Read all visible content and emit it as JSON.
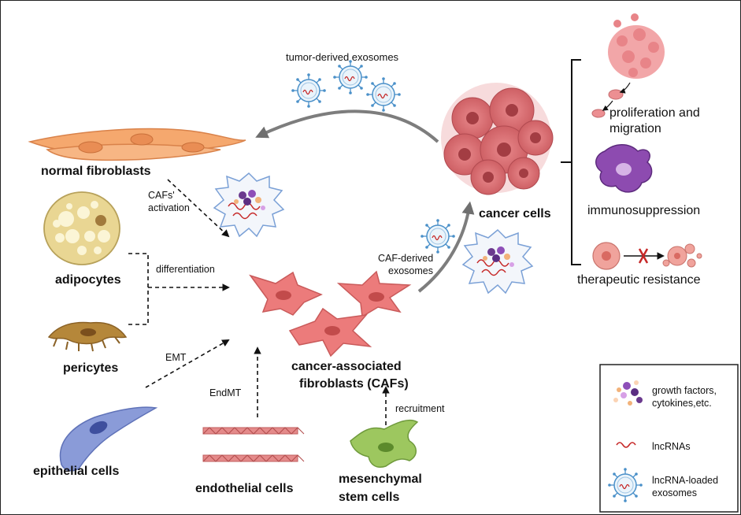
{
  "labels": {
    "tumor_derived_exosomes": "tumor-derived exosomes",
    "normal_fibroblasts": "normal fibroblasts",
    "cafs_activation_line1": "CAFs'",
    "cafs_activation_line2": "activation",
    "adipocytes": "adipocytes",
    "differentiation": "differentiation",
    "pericytes": "pericytes",
    "emt": "EMT",
    "endmt": "EndMT",
    "epithelial_cells": "epithelial cells",
    "endothelial_cells": "endothelial cells",
    "mesenchymal_line1": "mesenchymal",
    "mesenchymal_line2": "stem cells",
    "recruitment": "recruitment",
    "cafs_line1": "cancer-associated",
    "cafs_line2": "fibroblasts (CAFs)",
    "caf_exo_line1": "CAF-derived",
    "caf_exo_line2": "exosomes",
    "cancer_cells": "cancer cells"
  },
  "effects": {
    "proliferation_line1": "proliferation and",
    "proliferation_line2": "migration",
    "immunosuppression": "immunosuppression",
    "therapeutic_resistance": "therapeutic resistance"
  },
  "legend": {
    "growth_line1": "growth factors,",
    "growth_line2": "cytokines,etc.",
    "lncrnas": "lncRNAs",
    "exo_line1": "lncRNA-loaded",
    "exo_line2": "exosomes"
  },
  "colors": {
    "fibroblast": "#f5a86e",
    "caf": "#ec7b7b",
    "cancer": "#d9676b",
    "adipocyte": "#e9d693",
    "pericyte": "#b5873a",
    "epithelial": "#8a9bd8",
    "endothelial": "#e48a8a",
    "stem": "#9dc75f",
    "immune": "#8d4bb0",
    "exosome": "#4a90c9"
  }
}
